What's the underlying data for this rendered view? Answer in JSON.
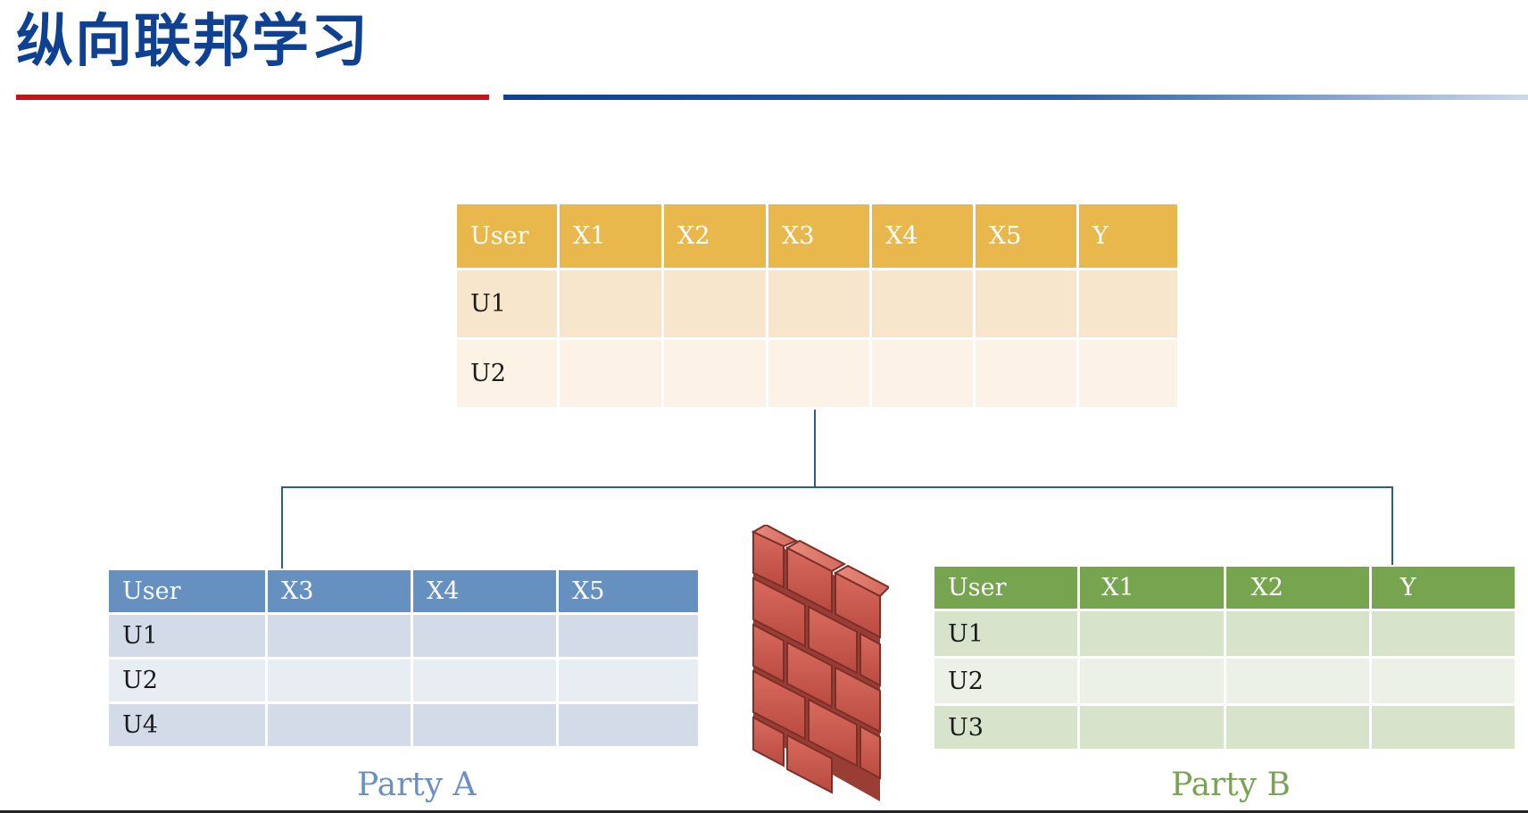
{
  "title": "纵向联邦学习",
  "colors": {
    "title": "#0f4193",
    "rule_red": "#c0161e",
    "rule_blue": "#0f4193",
    "top_header": "#e9b84c",
    "party_a_header": "#6690c0",
    "party_b_header": "#77a44f",
    "connector": "#2e5d8a"
  },
  "top_table": {
    "headers": [
      "User",
      "X1",
      "X2",
      "X3",
      "X4",
      "X5",
      "Y"
    ],
    "rows": [
      [
        "U1"
      ],
      [
        "U2"
      ]
    ]
  },
  "party_a": {
    "label": "Party A",
    "headers": [
      "User",
      "X3",
      "X4",
      "X5"
    ],
    "rows": [
      [
        "U1"
      ],
      [
        "U2"
      ],
      [
        "U4"
      ]
    ]
  },
  "party_b": {
    "label": "Party B",
    "headers": [
      "User",
      "X1",
      "X2",
      "Y"
    ],
    "rows": [
      [
        "U1"
      ],
      [
        "U2"
      ],
      [
        "U3"
      ]
    ]
  },
  "wall_icon": "brick-wall-icon"
}
